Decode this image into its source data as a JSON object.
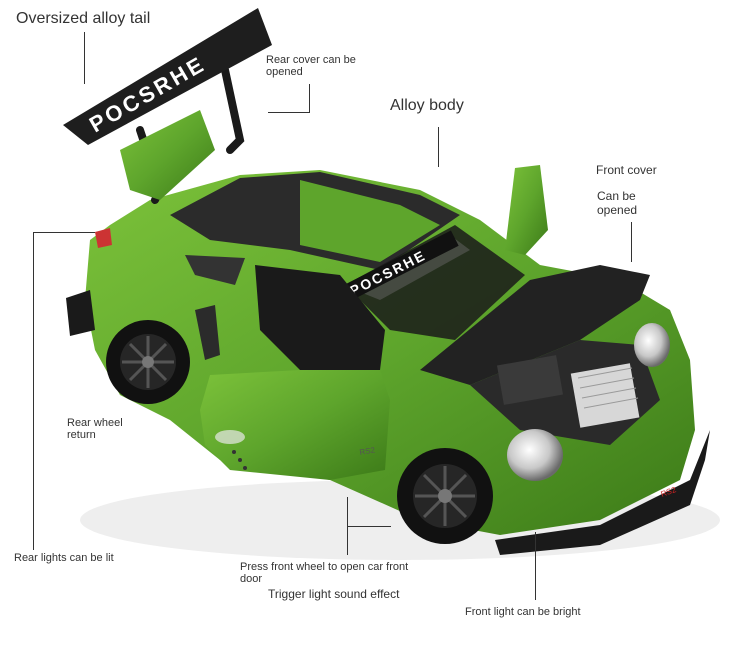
{
  "callouts": {
    "tail": "Oversized alloy tail",
    "rear_cover": [
      "Rear cover can be",
      "opened"
    ],
    "body": "Alloy body",
    "front_cover_title": "Front cover",
    "front_cover_desc": [
      "Can be",
      "opened"
    ],
    "rear_wheel": [
      "Rear wheel",
      "return"
    ],
    "rear_lights": "Rear lights can be lit",
    "press_wheel": [
      "Press front wheel to open car front",
      "door"
    ],
    "sound": "Trigger light sound effect",
    "front_light": "Front light can be bright"
  },
  "brand_text": "POCSRHE",
  "badge_text": "RS2",
  "colors": {
    "body_green": "#5ea52c",
    "dark_green": "#3c7a18",
    "black_trim": "#222222",
    "text": "#333333"
  }
}
